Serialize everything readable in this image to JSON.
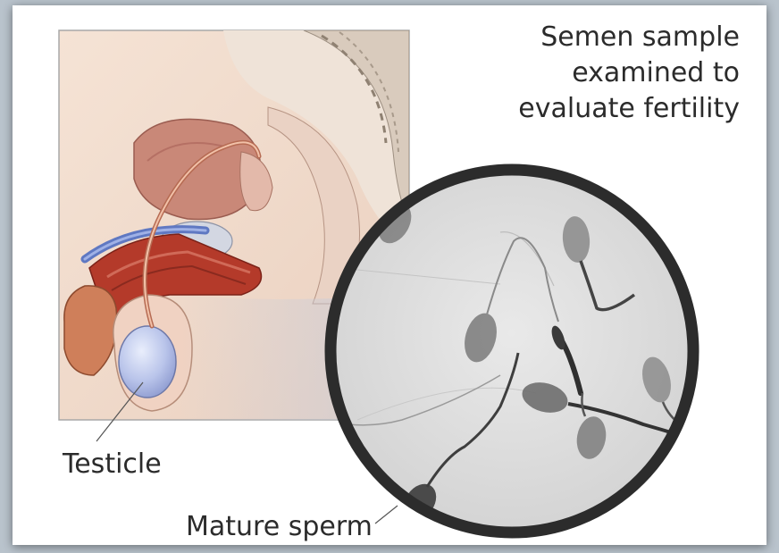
{
  "title_lines": [
    "Semen sample",
    "examined to",
    "evaluate fertility"
  ],
  "labels": {
    "testicle": "Testicle",
    "mature_sperm": "Mature sperm"
  },
  "colors": {
    "background": "#b9c3cc",
    "panel": "#ffffff",
    "skin": "#f2dccb",
    "tissue": "#c98878",
    "muscle": "#b43a2a",
    "vessel_blue": "#5f78c2",
    "ring": "#2c2c2c",
    "micro_bg": "#dfdfdf",
    "sperm": "#4a4a4a"
  }
}
